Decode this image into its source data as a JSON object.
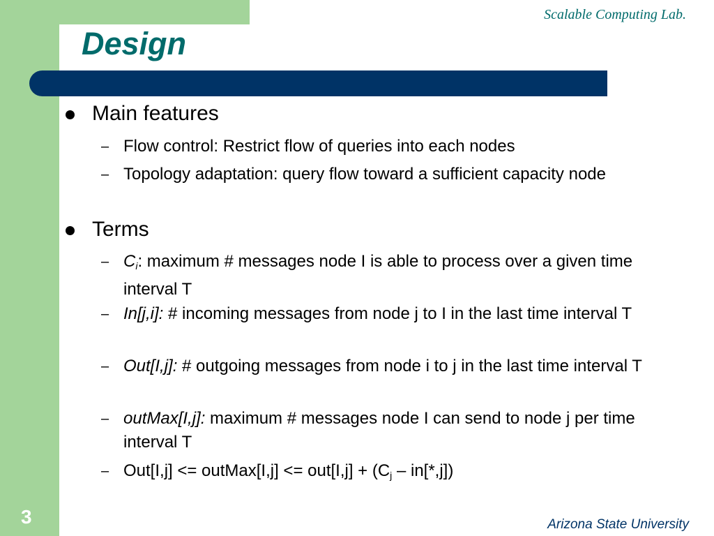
{
  "header": {
    "lab": "Scalable Computing Lab.",
    "title": "Design"
  },
  "footer": {
    "university": "Arizona State University",
    "page_number": "3"
  },
  "colors": {
    "green": "#a3d49a",
    "navy": "#003366",
    "teal": "#006b6b"
  },
  "sections": [
    {
      "heading": "Main features",
      "items": [
        {
          "text": "Flow control: Restrict flow of queries into each nodes"
        },
        {
          "text": "Topology adaptation: query flow toward a sufficient capacity node"
        }
      ]
    },
    {
      "heading": "Terms",
      "items": [
        {
          "term": "C",
          "term_sub": "i",
          "term_suffix": ":",
          "text": " maximum # messages node I is able to process over a given time interval T"
        },
        {
          "term": "In[j,i]:",
          "text": " # incoming messages from node j to I in the last time interval T"
        },
        {
          "term": "Out[I,j]:",
          "text": " # outgoing messages from node i to j in the last time interval T"
        },
        {
          "term": "outMax[I,j]:",
          "text": " maximum # messages node I can send to node j per time interval T"
        },
        {
          "pre": "Out[I,j] <= outMax[I,j] <= out[I,j] + (C",
          "sub": "j",
          "post": " – in[*,j])"
        }
      ]
    }
  ]
}
